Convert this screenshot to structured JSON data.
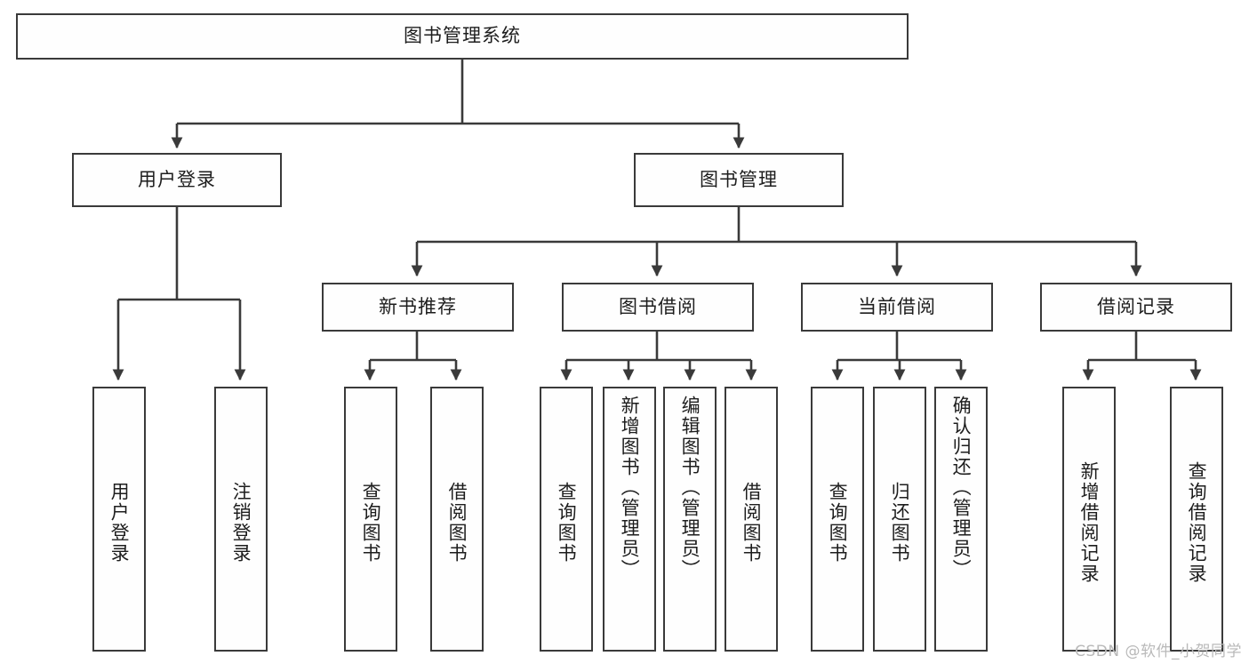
{
  "diagram": {
    "title": "图书管理系统",
    "watermark": "CSDN @软件_小贺同学",
    "colors": {
      "border": "#3a3a3a",
      "background": "#ffffff",
      "text": "#1d1d1d",
      "watermark": "#b9b9b9"
    },
    "nodes": {
      "root": {
        "label": "图书管理系统",
        "level": 0,
        "orientation": "horizontal"
      },
      "user_login": {
        "label": "用户登录",
        "level": 1,
        "orientation": "horizontal"
      },
      "book_manage": {
        "label": "图书管理",
        "level": 1,
        "orientation": "horizontal"
      },
      "new_book_rec": {
        "label": "新书推荐",
        "level": 2,
        "orientation": "horizontal"
      },
      "book_borrow": {
        "label": "图书借阅",
        "level": 2,
        "orientation": "horizontal"
      },
      "current_borrow": {
        "label": "当前借阅",
        "level": 2,
        "orientation": "horizontal"
      },
      "borrow_record": {
        "label": "借阅记录",
        "level": 2,
        "orientation": "horizontal"
      },
      "leaf_user_login": {
        "label": "用户登录",
        "level": 3,
        "orientation": "vertical"
      },
      "leaf_logout": {
        "label": "注销登录",
        "level": 3,
        "orientation": "vertical"
      },
      "leaf_query_book_1": {
        "label": "查询图书",
        "level": 3,
        "orientation": "vertical"
      },
      "leaf_borrow_book_1": {
        "label": "借阅图书",
        "level": 3,
        "orientation": "vertical"
      },
      "leaf_query_book_2": {
        "label": "查询图书",
        "level": 3,
        "orientation": "vertical"
      },
      "leaf_add_book": {
        "label": "新增图书（管理员）",
        "level": 3,
        "orientation": "vertical"
      },
      "leaf_edit_book": {
        "label": "编辑图书（管理员）",
        "level": 3,
        "orientation": "vertical"
      },
      "leaf_borrow_book_2": {
        "label": "借阅图书",
        "level": 3,
        "orientation": "vertical"
      },
      "leaf_query_book_3": {
        "label": "查询图书",
        "level": 3,
        "orientation": "vertical"
      },
      "leaf_return_book": {
        "label": "归还图书",
        "level": 3,
        "orientation": "vertical"
      },
      "leaf_confirm_return": {
        "label": "确认归还（管理员）",
        "level": 3,
        "orientation": "vertical"
      },
      "leaf_add_record": {
        "label": "新增借阅记录",
        "level": 3,
        "orientation": "vertical"
      },
      "leaf_query_record": {
        "label": "查询借阅记录",
        "level": 3,
        "orientation": "vertical"
      }
    },
    "edges": [
      {
        "from": "root",
        "to": "user_login"
      },
      {
        "from": "root",
        "to": "book_manage"
      },
      {
        "from": "user_login",
        "to": "leaf_user_login"
      },
      {
        "from": "user_login",
        "to": "leaf_logout"
      },
      {
        "from": "book_manage",
        "to": "new_book_rec"
      },
      {
        "from": "book_manage",
        "to": "book_borrow"
      },
      {
        "from": "book_manage",
        "to": "current_borrow"
      },
      {
        "from": "book_manage",
        "to": "borrow_record"
      },
      {
        "from": "new_book_rec",
        "to": "leaf_query_book_1"
      },
      {
        "from": "new_book_rec",
        "to": "leaf_borrow_book_1"
      },
      {
        "from": "book_borrow",
        "to": "leaf_query_book_2"
      },
      {
        "from": "book_borrow",
        "to": "leaf_add_book"
      },
      {
        "from": "book_borrow",
        "to": "leaf_edit_book"
      },
      {
        "from": "book_borrow",
        "to": "leaf_borrow_book_2"
      },
      {
        "from": "current_borrow",
        "to": "leaf_query_book_3"
      },
      {
        "from": "current_borrow",
        "to": "leaf_return_book"
      },
      {
        "from": "current_borrow",
        "to": "leaf_confirm_return"
      },
      {
        "from": "borrow_record",
        "to": "leaf_add_record"
      },
      {
        "from": "borrow_record",
        "to": "leaf_query_record"
      }
    ]
  }
}
